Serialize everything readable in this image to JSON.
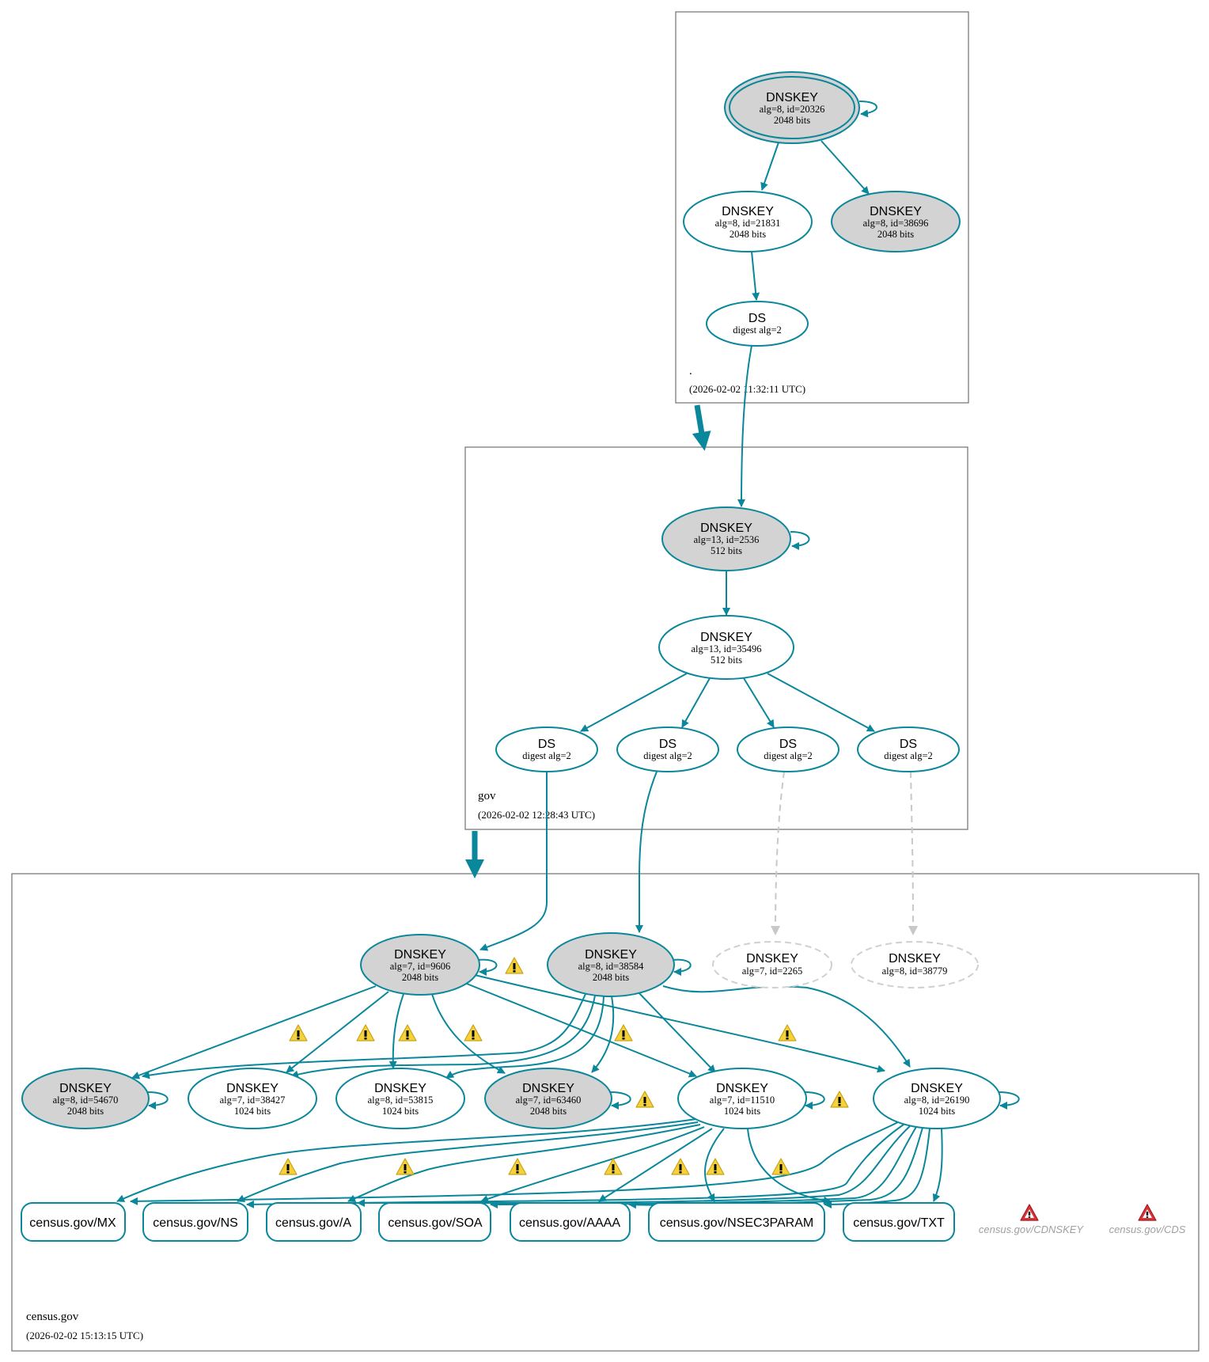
{
  "colors": {
    "edge": "#0a879a",
    "ksk_fill": "#d3d3d3",
    "missing": "#c8c8c8",
    "warning": "#f5c518",
    "error": "#c0262c"
  },
  "zones": [
    {
      "id": "root",
      "label": ".",
      "timestamp": "(2026-02-02 11:32:11 UTC)"
    },
    {
      "id": "gov",
      "label": "gov",
      "timestamp": "(2026-02-02 12:28:43 UTC)"
    },
    {
      "id": "census",
      "label": "census.gov",
      "timestamp": "(2026-02-02 15:13:15 UTC)"
    }
  ],
  "nodes": {
    "root_ksk": {
      "title": "DNSKEY",
      "line1": "alg=8, id=20326",
      "line2": "2048 bits"
    },
    "root_zsk": {
      "title": "DNSKEY",
      "line1": "alg=8, id=21831",
      "line2": "2048 bits"
    },
    "root_k3": {
      "title": "DNSKEY",
      "line1": "alg=8, id=38696",
      "line2": "2048 bits"
    },
    "gov_ds": {
      "title": "DS",
      "line1": "digest alg=2"
    },
    "gov_ksk": {
      "title": "DNSKEY",
      "line1": "alg=13, id=2536",
      "line2": "512 bits"
    },
    "gov_zsk": {
      "title": "DNSKEY",
      "line1": "alg=13, id=35496",
      "line2": "512 bits"
    },
    "ds1": {
      "title": "DS",
      "line1": "digest alg=2"
    },
    "ds2": {
      "title": "DS",
      "line1": "digest alg=2"
    },
    "ds3": {
      "title": "DS",
      "line1": "digest alg=2"
    },
    "ds4": {
      "title": "DS",
      "line1": "digest alg=2"
    },
    "k9606": {
      "title": "DNSKEY",
      "line1": "alg=7, id=9606",
      "line2": "2048 bits"
    },
    "k38584": {
      "title": "DNSKEY",
      "line1": "alg=8, id=38584",
      "line2": "2048 bits"
    },
    "k2265": {
      "title": "DNSKEY",
      "line1": "alg=7, id=2265"
    },
    "k38779": {
      "title": "DNSKEY",
      "line1": "alg=8, id=38779"
    },
    "k54670": {
      "title": "DNSKEY",
      "line1": "alg=8, id=54670",
      "line2": "2048 bits"
    },
    "k38427": {
      "title": "DNSKEY",
      "line1": "alg=7, id=38427",
      "line2": "1024 bits"
    },
    "k53815": {
      "title": "DNSKEY",
      "line1": "alg=8, id=53815",
      "line2": "1024 bits"
    },
    "k63460": {
      "title": "DNSKEY",
      "line1": "alg=7, id=63460",
      "line2": "2048 bits"
    },
    "k11510": {
      "title": "DNSKEY",
      "line1": "alg=7, id=11510",
      "line2": "1024 bits"
    },
    "k26190": {
      "title": "DNSKEY",
      "line1": "alg=8, id=26190",
      "line2": "1024 bits"
    }
  },
  "records": [
    "census.gov/MX",
    "census.gov/NS",
    "census.gov/A",
    "census.gov/SOA",
    "census.gov/AAAA",
    "census.gov/NSEC3PARAM",
    "census.gov/TXT"
  ],
  "ghost_records": [
    "census.gov/CDNSKEY",
    "census.gov/CDS"
  ]
}
